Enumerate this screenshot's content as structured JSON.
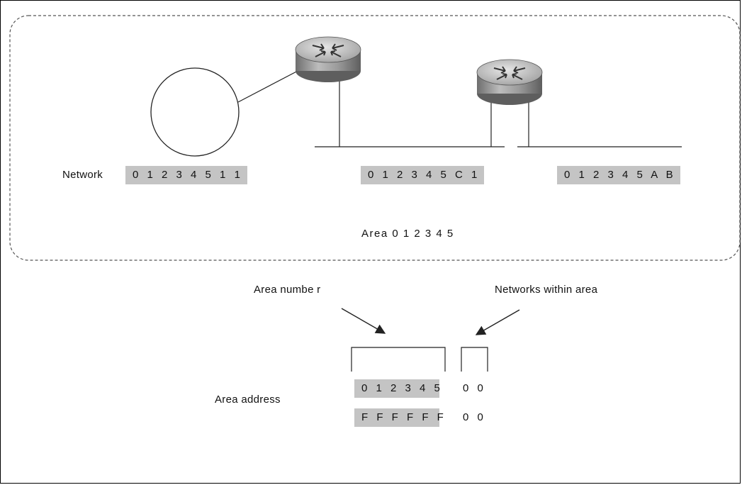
{
  "labels": {
    "network": "Network",
    "area": "Area 0 1 2 3 4 5",
    "area_number": "Area numbe r",
    "networks_within_area": "Networks within area",
    "area_address": "Area address"
  },
  "addresses": {
    "network_1": "0 1 2 3 4 5 1 1",
    "network_2": "0 1 2 3 4 5 C 1",
    "network_3": "0 1 2 3 4 5 A B"
  },
  "area_address_rows": [
    {
      "area": "0 1 2 3 4 5",
      "network": "0 0"
    },
    {
      "area": "F F F F F F",
      "network": "0 0"
    }
  ],
  "colors": {
    "address_fill": "#c4c4c4",
    "router_body": "#9a9a9a",
    "router_top": "#c8c8c8",
    "dashed_border": "#555555"
  },
  "icons": [
    "router-icon",
    "ring-network-icon",
    "arrow-icon"
  ]
}
